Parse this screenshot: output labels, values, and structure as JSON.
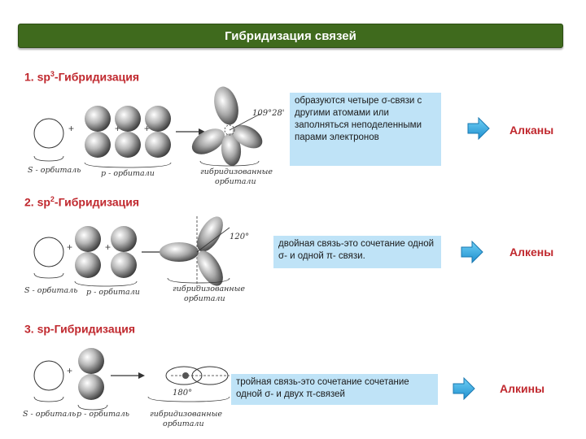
{
  "header": {
    "title": "Гибридизация связей"
  },
  "sections": [
    {
      "heading_prefix": "1. sp",
      "heading_sup": "3",
      "heading_suffix": "-Гибридизация",
      "info": "образуются четыре σ-связи с другими атомами или заполняться неподеленными парами электронов",
      "result": "Алканы",
      "angle": "109°28'",
      "labels": {
        "s": "S - орбиталь",
        "p": "p - орбитали",
        "hyb": "гибридизованные орбитали"
      }
    },
    {
      "heading_prefix": "2. sp",
      "heading_sup": "2",
      "heading_suffix": "-Гибридизация",
      "info": "двойная связь-это сочетание одной σ- и одной   π- связи.",
      "result": "Алкены",
      "angle": "120°",
      "labels": {
        "s": "S - орбиталь",
        "p": "p - орбитали",
        "hyb": "гибридизованные орбитали"
      }
    },
    {
      "heading_prefix": "3. sp-Гибридизация",
      "heading_sup": "",
      "heading_suffix": "",
      "info": "тройная связь-это сочетание сочетание одной σ- и двух  π-связей",
      "result": "Алкины",
      "angle": "180°",
      "labels": {
        "s": "S - орбиталь",
        "p": "p - орбиталь",
        "hyb": "гибридизованные орбитали"
      }
    }
  ],
  "colors": {
    "header_bg": "#3f6a1d",
    "heading": "#c0282e",
    "info_bg": "#bfe3f7",
    "arrow": "#2aa7e2"
  },
  "icons": [
    "right-arrow-icon",
    "s-orbital-icon",
    "p-orbital-icon",
    "hybrid-orbital-icon"
  ]
}
